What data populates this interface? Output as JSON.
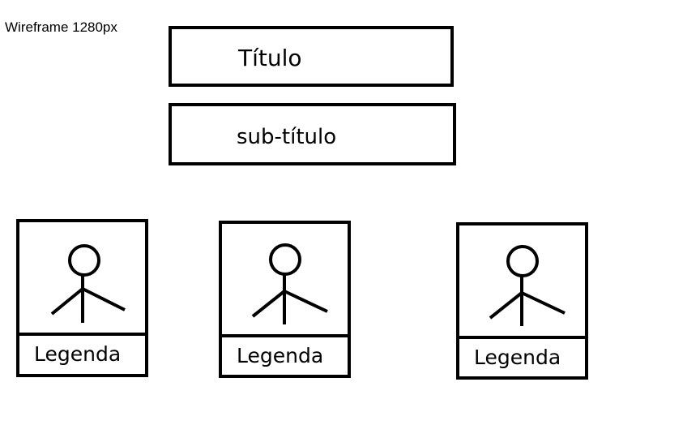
{
  "wireframe_label": "Wireframe 1280px",
  "title": "Título",
  "subtitle": "sub-título",
  "cards": [
    {
      "caption": "Legenda"
    },
    {
      "caption": "Legenda"
    },
    {
      "caption": "Legenda"
    }
  ],
  "icons": {
    "figure": "stick-figure-icon"
  },
  "colors": {
    "stroke": "#000000",
    "background": "#ffffff"
  }
}
